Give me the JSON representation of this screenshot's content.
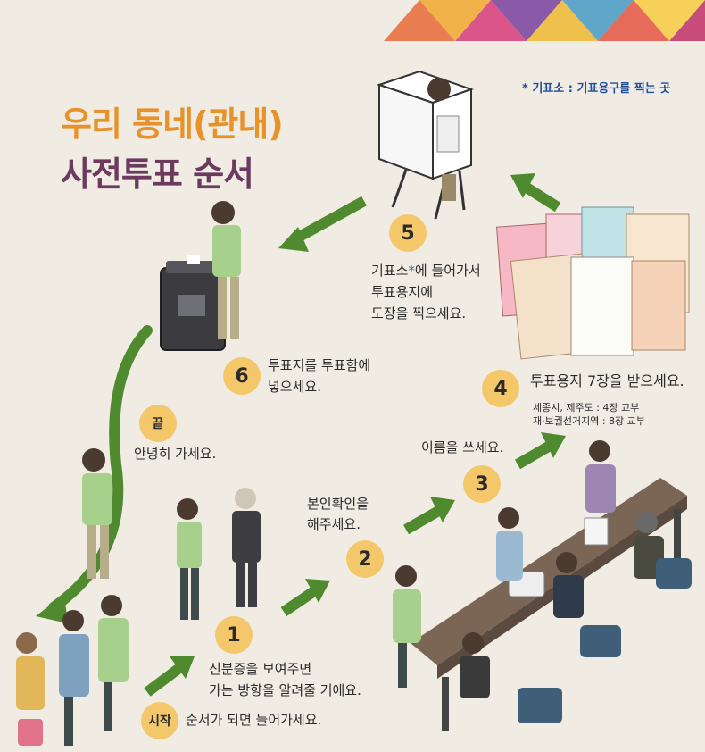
{
  "title": {
    "line1": "우리 동네(관내)",
    "line2": "사전투표 순서"
  },
  "note": "* 기표소 : 기표용구를 찍는 곳",
  "steps": {
    "start": {
      "badge": "시작",
      "text": "순서가 되면 들어가세요."
    },
    "s1": {
      "badge": "1",
      "line1": "신분증을 보여주면",
      "line2": "가는 방향을 알려줄 거에요."
    },
    "s2": {
      "badge": "2",
      "line1": "본인확인을",
      "line2": "해주세요."
    },
    "s3": {
      "badge": "3",
      "text": "이름을 쓰세요."
    },
    "s4": {
      "badge": "4",
      "text": "투표용지 7장을 받으세요.",
      "sub1": "세종시, 제주도 : 4장 교부",
      "sub2": "재·보궐선거지역 : 8장 교부"
    },
    "s5": {
      "badge": "5",
      "line1": "기표소",
      "star": "*",
      "line1b": "에 들어가서",
      "line2": "투표용지에",
      "line3": "도장을 찍으세요."
    },
    "s6": {
      "badge": "6",
      "line1": "투표지를 투표함에",
      "line2": "넣으세요."
    },
    "end": {
      "badge": "끝",
      "text": "안녕히 가세요."
    }
  },
  "colors": {
    "arrow": "#4f8a2f",
    "badge": "#f3c76a",
    "title_orange": "#e8922a",
    "title_purple": "#6b3a5e"
  }
}
